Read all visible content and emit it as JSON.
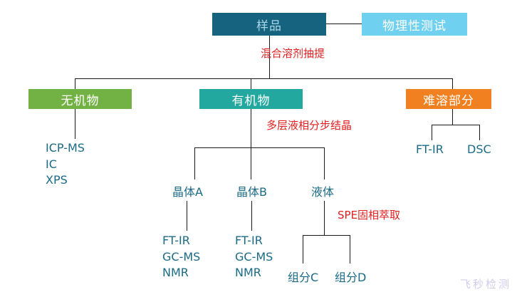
{
  "diagram": {
    "title_node": "样品",
    "nodes": {
      "sample": "样品",
      "physical_test": "物理性测试",
      "inorganic": "无机物",
      "organic": "有机物",
      "insoluble": "难溶部分",
      "crystal_a": "晶体A",
      "crystal_b": "晶体B",
      "liquid": "液体",
      "component_c": "组分C",
      "component_d": "组分D"
    },
    "annotations": {
      "extraction": "混合溶剂抽提",
      "crystallization": "多层液相分步结晶",
      "spe": "SPE固相萃取"
    },
    "methods": {
      "inorganic": "ICP-MS\nIC\nXPS",
      "insoluble_left": "FT-IR",
      "insoluble_right": "DSC",
      "crystal_a": "FT-IR\nGC-MS\nNMR",
      "crystal_b": "FT-IR\nGC-MS\nNMR"
    },
    "watermark": "飞秒检测",
    "colors": {
      "sample_bg": "#15637f",
      "sample_text": "#a9d6e8",
      "physical_bg": "#6fd0f0",
      "inorganic_bg": "#72b244",
      "organic_bg": "#23a8a0",
      "insoluble_bg": "#f08020",
      "leaf_text": "#1a6a86",
      "annotation_text": "#e02020",
      "line": "#1a1a1a",
      "watermark": "#c8c3e8"
    }
  }
}
